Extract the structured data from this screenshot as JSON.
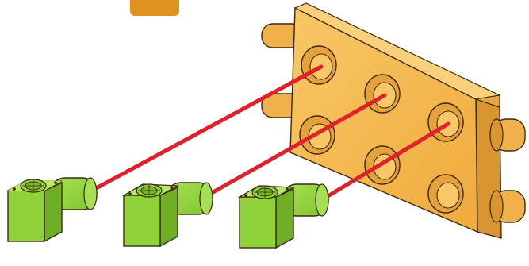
{
  "step": {
    "number": ""
  },
  "colors": {
    "step_badge": "#e0921f",
    "plate": "#f4b54a",
    "plate_shadow": "#d9952f",
    "peg": "#94d63d",
    "peg_shadow": "#6fae25",
    "guide_line": "#e0202a",
    "outline": "#3a2a12"
  },
  "icons": {
    "plate": "yellow-rectangular-plate-with-six-holes",
    "peg": "green-l-shaped-peg",
    "guide": "red-insertion-line"
  }
}
